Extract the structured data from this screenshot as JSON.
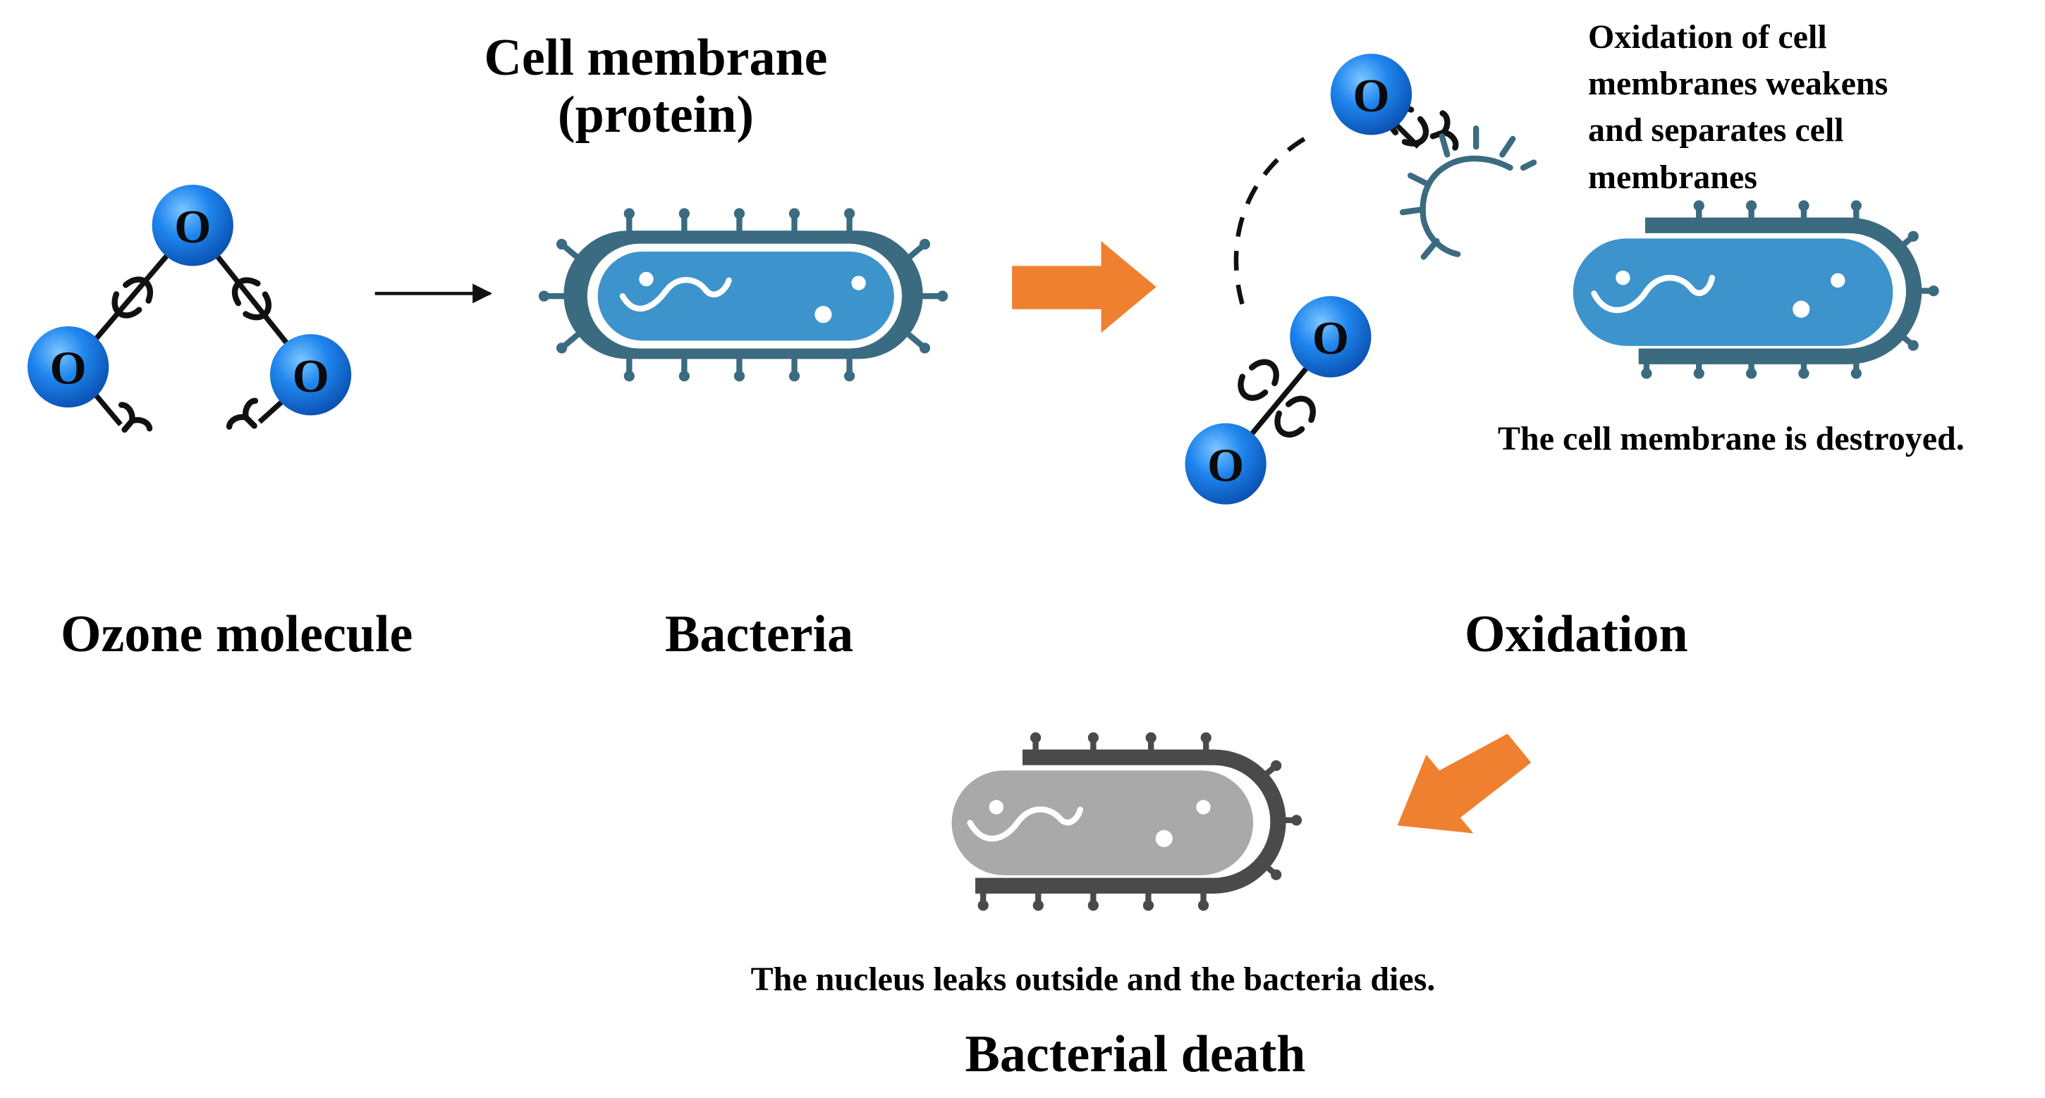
{
  "labels": {
    "cell_membrane_line1": "Cell membrane",
    "cell_membrane_line2": "(protein)",
    "ozone_molecule": "Ozone molecule",
    "bacteria": "Bacteria",
    "oxidation": "Oxidation",
    "bacterial_death": "Bacterial death"
  },
  "notes": {
    "oxidation_note_lines": [
      "Oxidation of cell",
      "membranes weakens",
      "and separates cell",
      "membranes"
    ],
    "membrane_destroyed": "The cell membrane is destroyed.",
    "nucleus_leaks": "The nucleus leaks outside and the bacteria dies."
  },
  "atom_symbol": "O",
  "colors": {
    "atom_blue": "#1a7de8",
    "bacteria_body": "#3d93cc",
    "bacteria_outline": "#3b6b80",
    "dead_body": "#a9a9a9",
    "dead_outline": "#4a4a4a",
    "arrow_orange": "#ef8030",
    "bond_black": "#111111"
  },
  "icons": [
    "ozone-molecule-icon",
    "bacteria-icon",
    "ozone-attack-icon",
    "damaged-bacteria-icon",
    "dead-bacteria-icon",
    "right-arrow-icon",
    "process-arrow-icon"
  ]
}
